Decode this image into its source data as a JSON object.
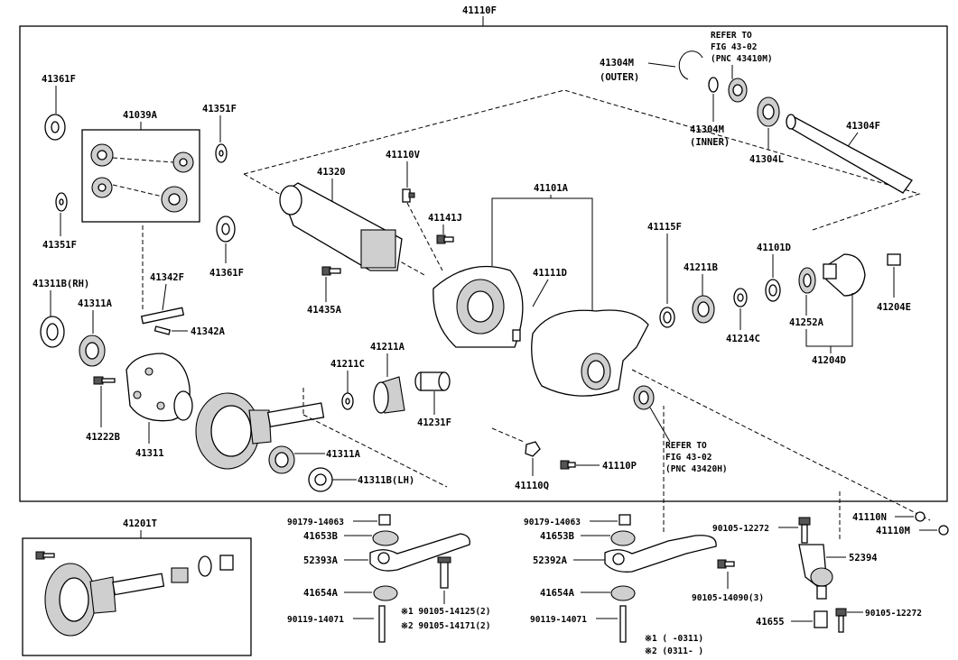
{
  "labels": {
    "p41110F": "41110F",
    "p41361F_a": "41361F",
    "p41039A": "41039A",
    "p41351F_a": "41351F",
    "p41351F_b": "41351F",
    "p41361F_b": "41361F",
    "p41311B_RH": "41311B(RH)",
    "p41311A_a": "41311A",
    "p41342F": "41342F",
    "p41342A": "41342A",
    "p41222B": "41222B",
    "p41311": "41311",
    "p41311A_b": "41311A",
    "p41311B_LH": "41311B(LH)",
    "p41320": "41320",
    "p41435A": "41435A",
    "p41110V": "41110V",
    "p41141J": "41141J",
    "p41101A": "41101A",
    "p41111D": "41111D",
    "p41211A": "41211A",
    "p41211C": "41211C",
    "p41231F": "41231F",
    "p41115F": "41115F",
    "p41211B": "41211B",
    "p41101D": "41101D",
    "p41214C": "41214C",
    "p41252A": "41252A",
    "p41204D": "41204D",
    "p41204E": "41204E",
    "p41304M_outer_num": "41304M",
    "p41304M_outer_txt": "(OUTER)",
    "p41304M_inner_num": "41304M",
    "p41304M_inner_txt": "(INNER)",
    "p41304L": "41304L",
    "p41304F": "41304F",
    "refer1_a": "REFER TO",
    "refer1_b": "FIG 43-02",
    "refer1_c": "(PNC 43410M)",
    "refer2_a": "REFER TO",
    "refer2_b": "FIG 43-02",
    "refer2_c": "(PNC 43420H)",
    "p41110Q": "41110Q",
    "p41110P": "41110P",
    "p41201T": "41201T",
    "l90179_a": "90179-14063",
    "l41653B_a": "41653B",
    "l52393A": "52393A",
    "l41654A_a": "41654A",
    "l90119_a": "90119-14071",
    "l90105_14125": "※1 90105-14125(2)",
    "l90105_14171": "※2 90105-14171(2)",
    "l90179_b": "90179-14063",
    "l41653B_b": "41653B",
    "l52392A": "52392A",
    "l41654A_b": "41654A",
    "l90119_b": "90119-14071",
    "l90105_14090": "90105-14090(3)",
    "l90105_12272_a": "90105-12272",
    "l52394": "52394",
    "l41655": "41655",
    "l90105_12272_b": "90105-12272",
    "l41110N": "41110N",
    "l41110M": "41110M",
    "note1": "※1 (      -0311)",
    "note2": "※2 (0311-      )"
  },
  "icons": [
    "bolt-icon",
    "washer-icon",
    "bearing-icon",
    "gear-icon",
    "housing-icon",
    "shaft-icon",
    "bracket-icon"
  ]
}
